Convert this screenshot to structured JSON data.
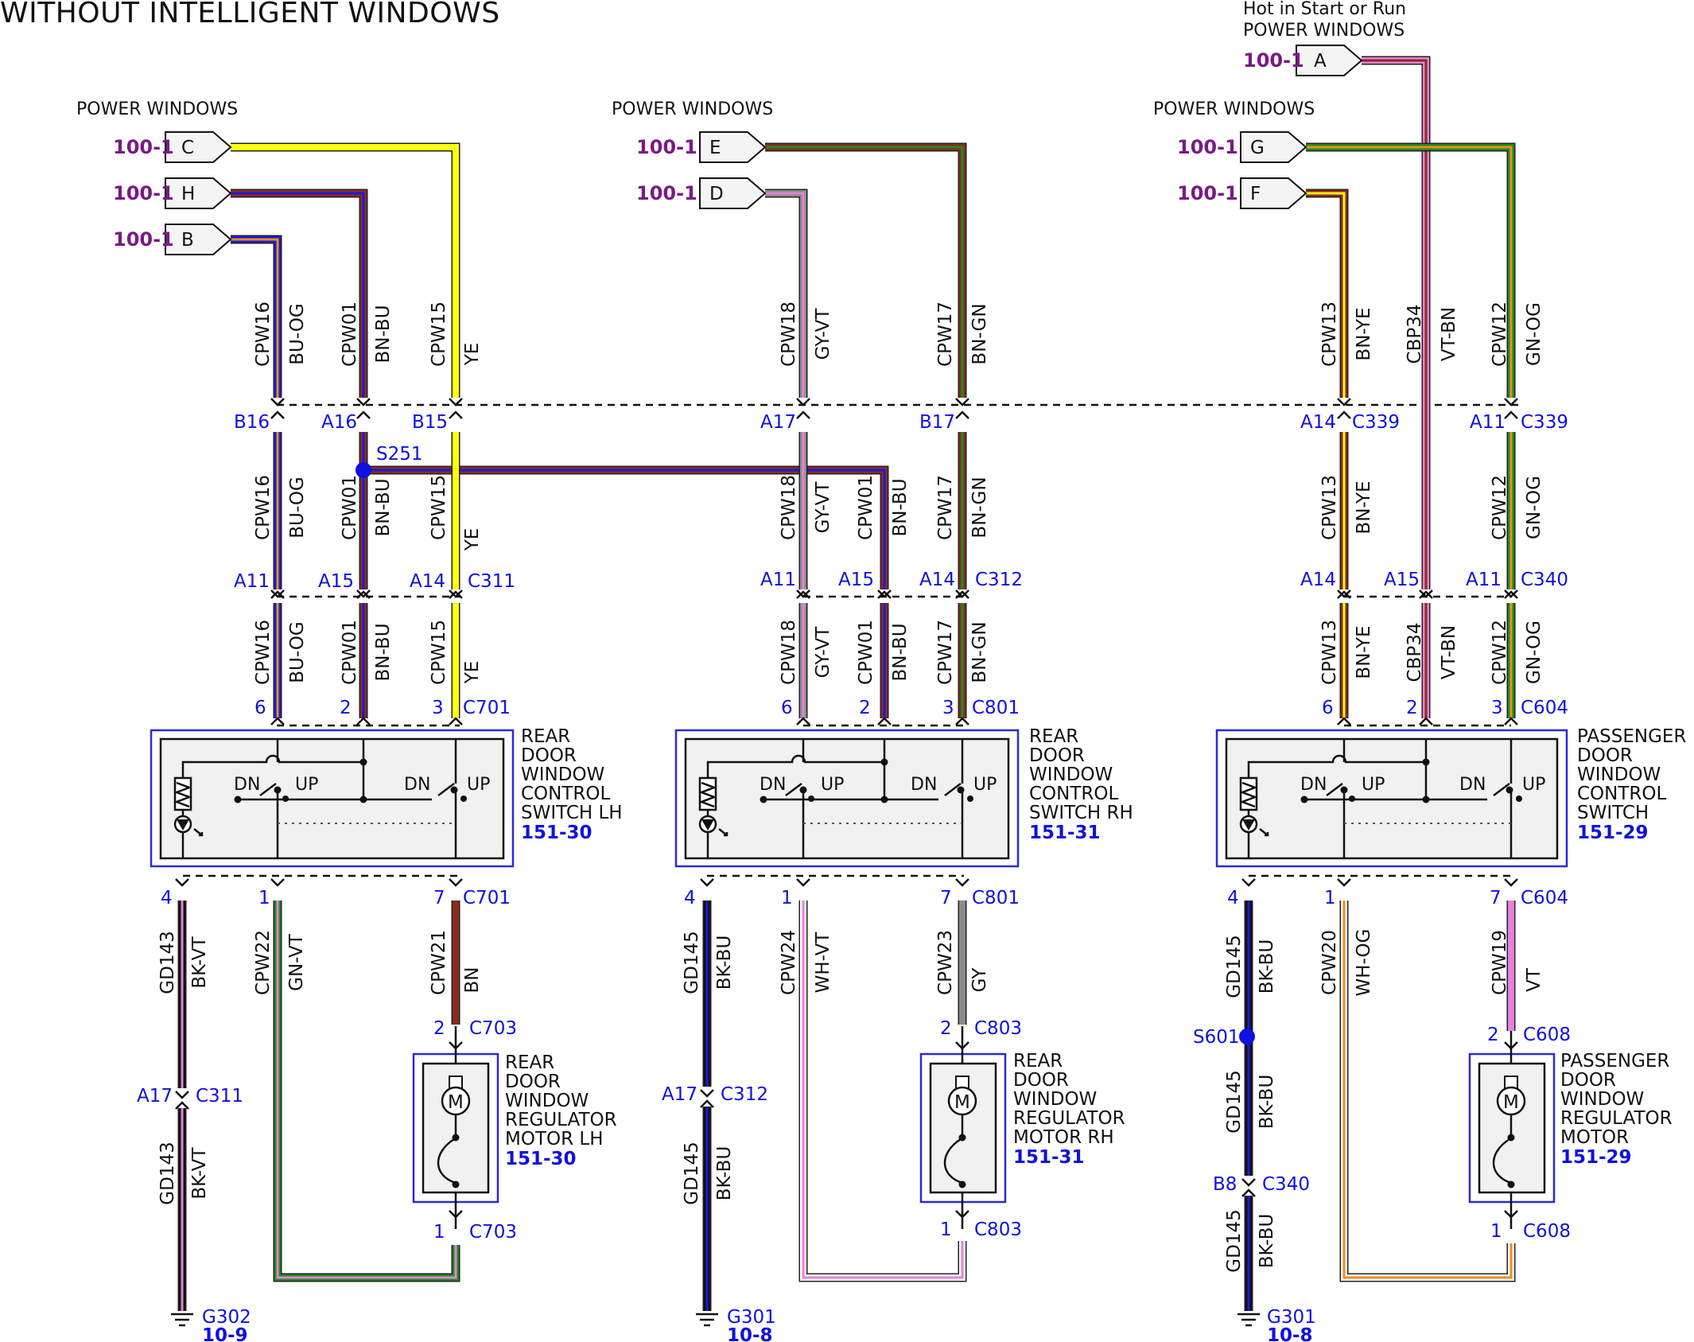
{
  "title": "WITHOUT INTELLIGENT WINDOWS",
  "colors": {
    "BU": "#1a1adc",
    "OG": "#f08c1e",
    "BN": "#8c2a1e",
    "YE": "#ffff10",
    "GY": "#8c8c8c",
    "VT": "#e682dc",
    "GN": "#1e8c1e",
    "BK": "#111111",
    "WH": "#ffffff",
    "pin": "#1010e0",
    "page": "#7a1a86"
  },
  "headers": [
    {
      "text": "POWER WINDOWS"
    },
    {
      "text": "POWER WINDOWS"
    },
    {
      "text": "POWER WINDOWS"
    },
    {
      "text": "Hot in Start or Run"
    },
    {
      "text": "POWER WINDOWS"
    }
  ],
  "flags": [
    {
      "page": "100-1",
      "letter": "C"
    },
    {
      "page": "100-1",
      "letter": "H"
    },
    {
      "page": "100-1",
      "letter": "B"
    },
    {
      "page": "100-1",
      "letter": "E"
    },
    {
      "page": "100-1",
      "letter": "D"
    },
    {
      "page": "100-1",
      "letter": "G"
    },
    {
      "page": "100-1",
      "letter": "F"
    },
    {
      "page": "100-1",
      "letter": "A"
    }
  ],
  "wires": [
    {
      "circuit": "CPW16",
      "color": "BU-OG"
    },
    {
      "circuit": "CPW01",
      "color": "BN-BU"
    },
    {
      "circuit": "CPW15",
      "color": "YE"
    },
    {
      "circuit": "CPW18",
      "color": "GY-VT"
    },
    {
      "circuit": "CPW17",
      "color": "BN-GN"
    },
    {
      "circuit": "CPW13",
      "color": "BN-YE"
    },
    {
      "circuit": "CBP34",
      "color": "VT-BN"
    },
    {
      "circuit": "CPW12",
      "color": "GN-OG"
    },
    {
      "circuit": "GD143",
      "color": "BK-VT"
    },
    {
      "circuit": "CPW22",
      "color": "GN-VT"
    },
    {
      "circuit": "CPW21",
      "color": "BN"
    },
    {
      "circuit": "GD145",
      "color": "BK-BU"
    },
    {
      "circuit": "CPW24",
      "color": "WH-VT"
    },
    {
      "circuit": "CPW23",
      "color": "GY"
    },
    {
      "circuit": "CPW20",
      "color": "WH-OG"
    },
    {
      "circuit": "CPW19",
      "color": "VT"
    }
  ],
  "pins": [
    "B16",
    "A16",
    "B15",
    "A17",
    "B17",
    "A14",
    "A11",
    "A15",
    "6",
    "2",
    "3",
    "4",
    "1",
    "7",
    "B8"
  ],
  "connectors": [
    "C339",
    "C311",
    "C312",
    "C340",
    "C701",
    "C801",
    "C604",
    "C703",
    "C803",
    "C608"
  ],
  "splices": [
    "S251",
    "S601"
  ],
  "grounds": [
    {
      "name": "G302",
      "page": "10-9"
    },
    {
      "name": "G301",
      "page": "10-8"
    },
    {
      "name": "G301",
      "page": "10-8"
    }
  ],
  "components": [
    {
      "lines": [
        "REAR",
        "DOOR",
        "WINDOW",
        "CONTROL",
        "SWITCH LH"
      ],
      "ref": "151-30"
    },
    {
      "lines": [
        "REAR",
        "DOOR",
        "WINDOW",
        "CONTROL",
        "SWITCH RH"
      ],
      "ref": "151-31"
    },
    {
      "lines": [
        "PASSENGER",
        "DOOR",
        "WINDOW",
        "CONTROL",
        "SWITCH"
      ],
      "ref": "151-29"
    },
    {
      "lines": [
        "REAR",
        "DOOR",
        "WINDOW",
        "REGULATOR",
        "MOTOR LH"
      ],
      "ref": "151-30"
    },
    {
      "lines": [
        "REAR",
        "DOOR",
        "WINDOW",
        "REGULATOR",
        "MOTOR RH"
      ],
      "ref": "151-31"
    },
    {
      "lines": [
        "PASSENGER",
        "DOOR",
        "WINDOW",
        "REGULATOR",
        "MOTOR"
      ],
      "ref": "151-29"
    }
  ],
  "switch_labels": {
    "dn": "DN",
    "up": "UP"
  },
  "motor_symbol": "M"
}
